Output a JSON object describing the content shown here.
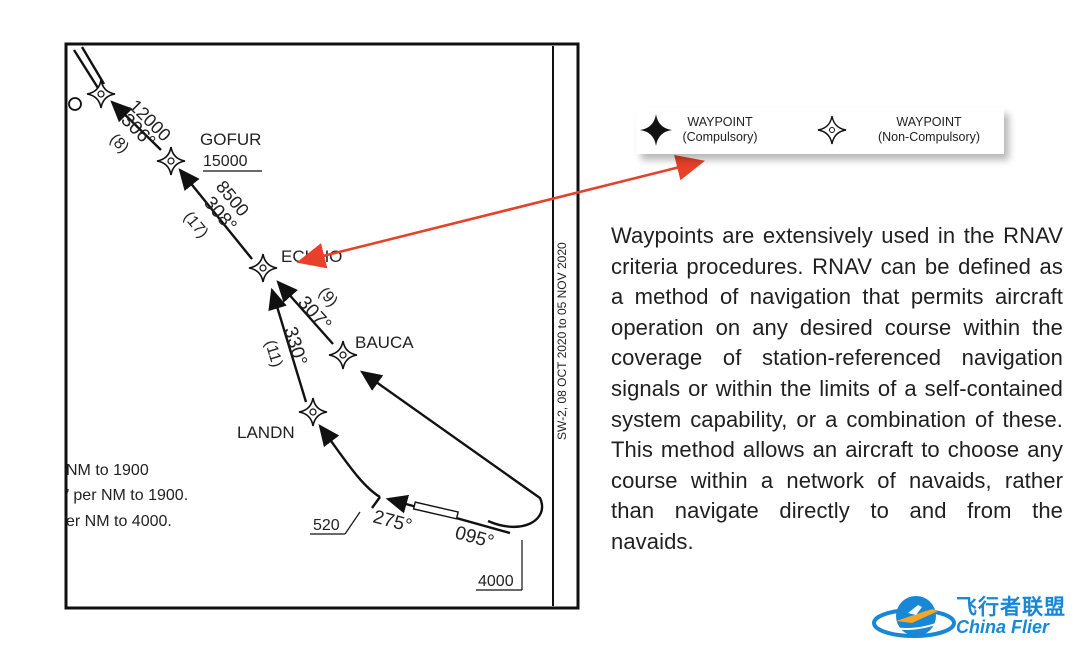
{
  "chart": {
    "fixes": [
      {
        "name": "GOFUR",
        "altitude": "15000"
      },
      {
        "name": "ECHHO"
      },
      {
        "name": "BAUCA"
      },
      {
        "name": "LANDN"
      }
    ],
    "legs": [
      {
        "altitude": "12000",
        "course": "306°",
        "distance": "(8)"
      },
      {
        "altitude": "8500",
        "course": "308°",
        "distance": "(17)"
      },
      {
        "course": "307°",
        "distance": "(9)"
      },
      {
        "course": "330°",
        "distance": "(11)"
      },
      {
        "course": "275°"
      },
      {
        "course": "095°"
      }
    ],
    "altitude_labels": {
      "climb_520": "520",
      "climb_4000": "4000"
    },
    "notes": [
      "NM to 1900",
      "’ per NM to 1900.",
      "er NM to 4000."
    ],
    "edge_text": "SW-2, 08 OCT 2020 to 05 NOV 2020"
  },
  "legend": {
    "compulsory": {
      "line1": "WAYPOINT",
      "line2": "(Compulsory)"
    },
    "non_compulsory": {
      "line1": "WAYPOINT",
      "line2": "(Non-Compulsory)"
    }
  },
  "explanation": "Waypoints are extensively used in the RNAV criteria procedures. RNAV can be defined as a method of navigation that permits aircraft operation on any desired course within the coverage of station-referenced navigation signals or within the limits of a self-contained system capability, or a combination of these. This method allows an aircraft to choose any course within a network of navaids, rather than navigate directly to and from the navaids.",
  "logo": {
    "text_cn": "飞行者联盟",
    "text_en": "China Flier"
  },
  "colors": {
    "arrow": "#e8402a",
    "logo_blue": "#1787d6",
    "logo_orange": "#f5a623"
  }
}
